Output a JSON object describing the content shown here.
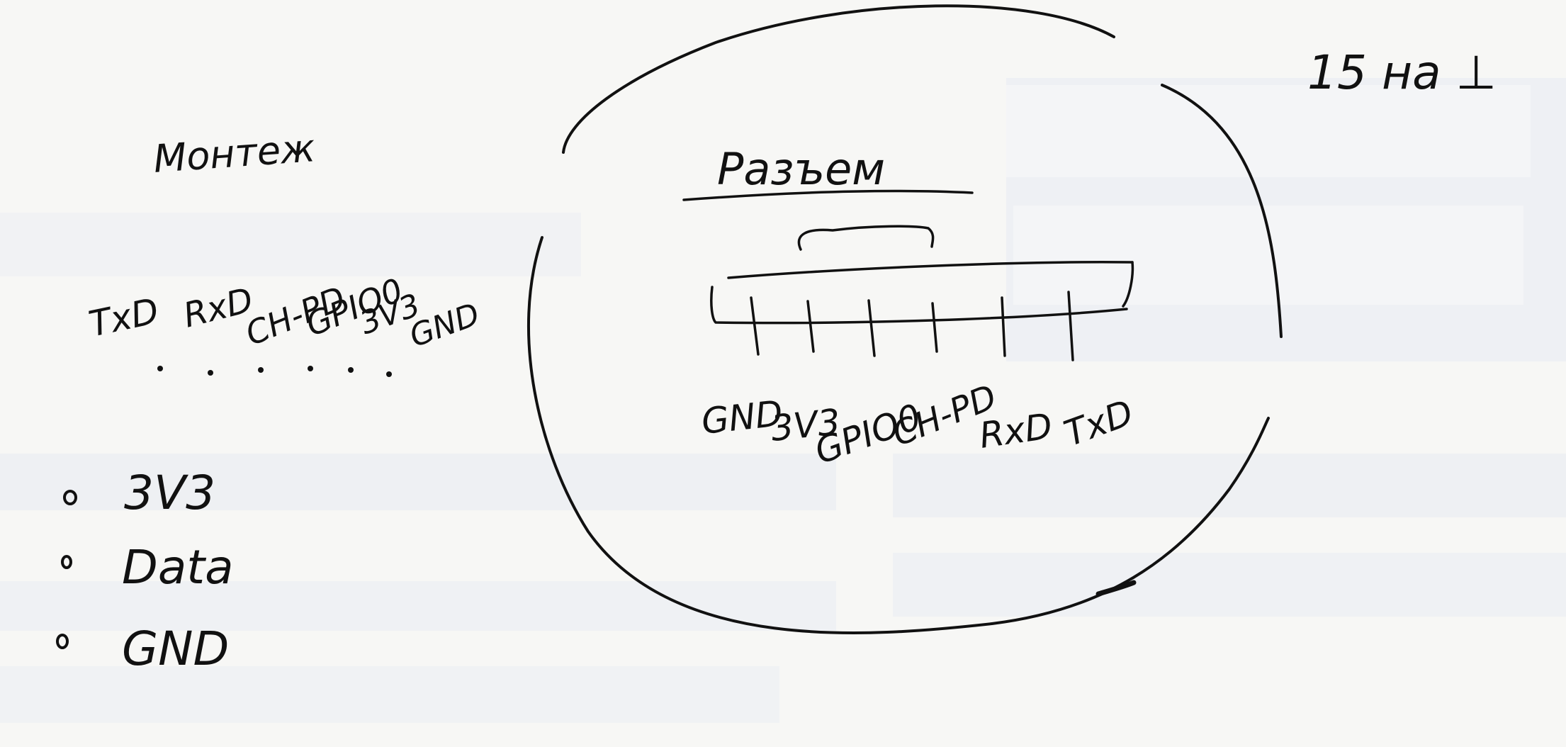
{
  "top_right_note": "15 на ⊥",
  "module_title": "Монтеж",
  "module_pins": [
    "TxD",
    "RxD",
    "CH-PD",
    "GPIO0",
    "3V3",
    "GND"
  ],
  "connector_title": "Разъем",
  "connector_pins": [
    "GND",
    "3V3",
    "GPIO0",
    "CH-PD",
    "RxD",
    "TxD"
  ],
  "sensor_pins": [
    "3V3",
    "Data",
    "GND"
  ]
}
